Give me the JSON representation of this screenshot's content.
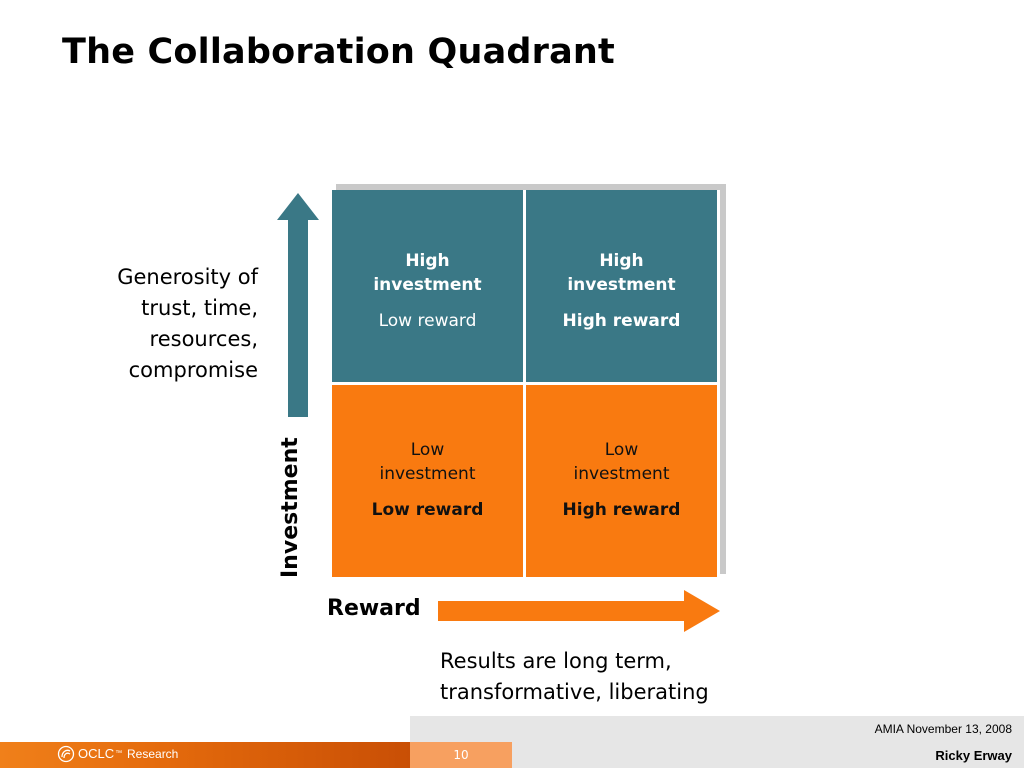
{
  "slide": {
    "title": "The Collaboration Quadrant"
  },
  "diagram": {
    "y_axis": {
      "label": "Investment",
      "description_lines": [
        "Generosity of",
        "trust, time,",
        "resources,",
        "compromise"
      ],
      "arrow_color": "#3a7886"
    },
    "x_axis": {
      "label": "Reward",
      "arrow_color": "#f97a10"
    },
    "quadrants": {
      "top_left": {
        "investment": [
          "High",
          "investment"
        ],
        "reward": "Low reward",
        "color": "#3a7886"
      },
      "top_right": {
        "investment": [
          "High",
          "investment"
        ],
        "reward": "High reward",
        "color": "#3a7886"
      },
      "bottom_left": {
        "investment": [
          "Low",
          "investment"
        ],
        "reward": "Low reward",
        "color": "#f97a10"
      },
      "bottom_right": {
        "investment": [
          "Low",
          "investment"
        ],
        "reward": "High reward",
        "color": "#f97a10"
      }
    },
    "results_lines": [
      "Results are long term,",
      "transformative, liberating"
    ]
  },
  "footer": {
    "logo_text": "OCLC",
    "logo_tm": "™",
    "division": "Research",
    "page_number": "10",
    "event": "AMIA November 13, 2008",
    "author": "Ricky Erway"
  }
}
